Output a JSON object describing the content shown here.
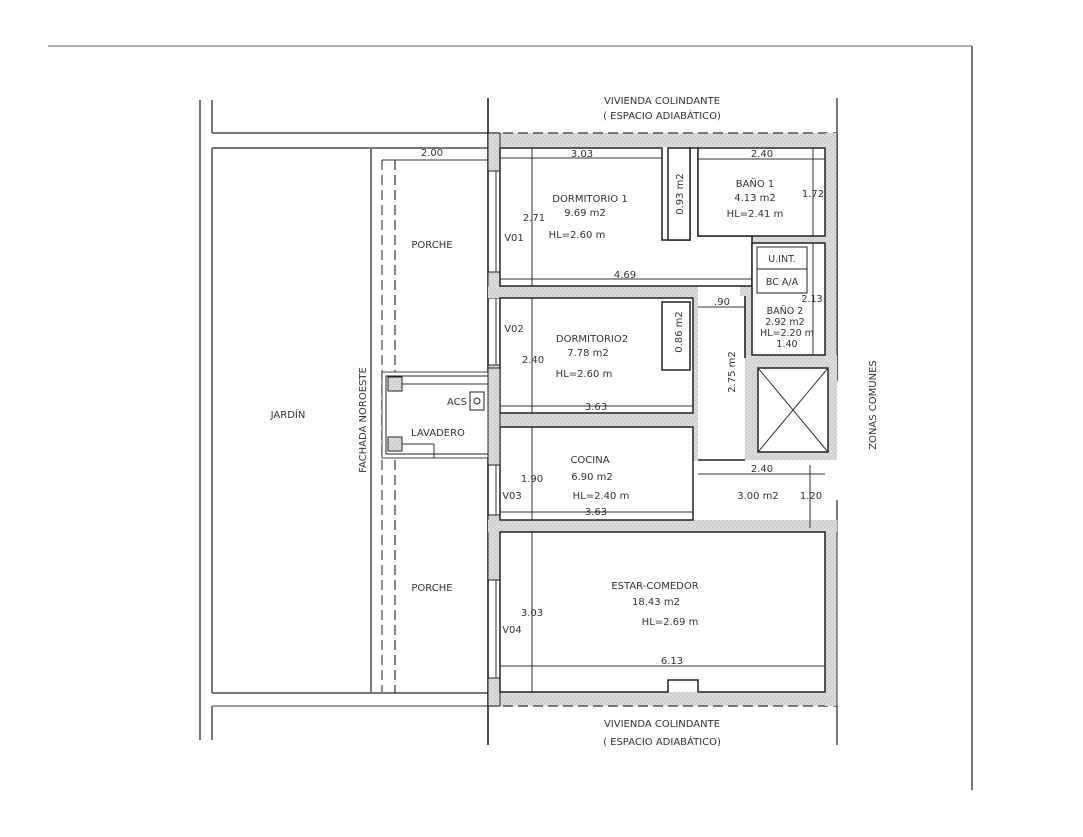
{
  "plan": {
    "neighbor_top": {
      "line1": "VIVIENDA COLINDANTE",
      "line2": "( ESPACIO ADIABÁTICO)"
    },
    "neighbor_bottom": {
      "line1": "VIVIENDA COLINDANTE",
      "line2": "( ESPACIO ADIABÁTICO)"
    },
    "garden": "JARDÍN",
    "facade": "FACHADA NOROESTE",
    "common_zones": "ZONAS COMUNES",
    "porch_top": {
      "name": "PORCHE",
      "width": "2.00"
    },
    "porch_bottom": {
      "name": "PORCHE"
    },
    "laundry": {
      "name": "LAVADERO",
      "acs": "ACS"
    },
    "rooms": {
      "dormitorio1": {
        "name": "DORMITORIO 1",
        "area": "9.69 m2",
        "height": "HL=2.60 m",
        "width": "3.03",
        "depth": "2.71",
        "length": "4.69",
        "window": "V01"
      },
      "closet1": {
        "area": "0.93 m2"
      },
      "bano1": {
        "name": "BAÑO 1",
        "area": "4.13 m2",
        "height": "HL=2.41 m",
        "width": "2.40",
        "depth": "1.72"
      },
      "unit_int": {
        "label": "U.INT."
      },
      "bc_aa": {
        "label": "BC A/A"
      },
      "bano2": {
        "name": "BAÑO 2",
        "area": "2.92 m2",
        "height": "HL=2.20 m",
        "width": "1.40",
        "depth": "2.13"
      },
      "dormitorio2": {
        "name": "DORMITORIO2",
        "area": "7.78 m2",
        "height": "HL=2.60 m",
        "width": "3.63",
        "depth": "2.40",
        "window": "V02"
      },
      "closet2": {
        "area": "0.86 m2"
      },
      "hall": {
        "area": "2.75 m2",
        "door_width": ".90"
      },
      "cocina": {
        "name": "COCINA",
        "area": "6.90 m2",
        "height": "HL=2.40 m",
        "width": "3.63",
        "depth": "1.90",
        "window": "V03"
      },
      "entry": {
        "area": "3.00 m2",
        "width": "2.40",
        "depth": "1.20"
      },
      "estar": {
        "name": "ESTAR-COMEDOR",
        "area": "18.43 m2",
        "height": "HL=2.69 m",
        "width": "6.13",
        "depth": "3.03",
        "window": "V04"
      }
    }
  }
}
